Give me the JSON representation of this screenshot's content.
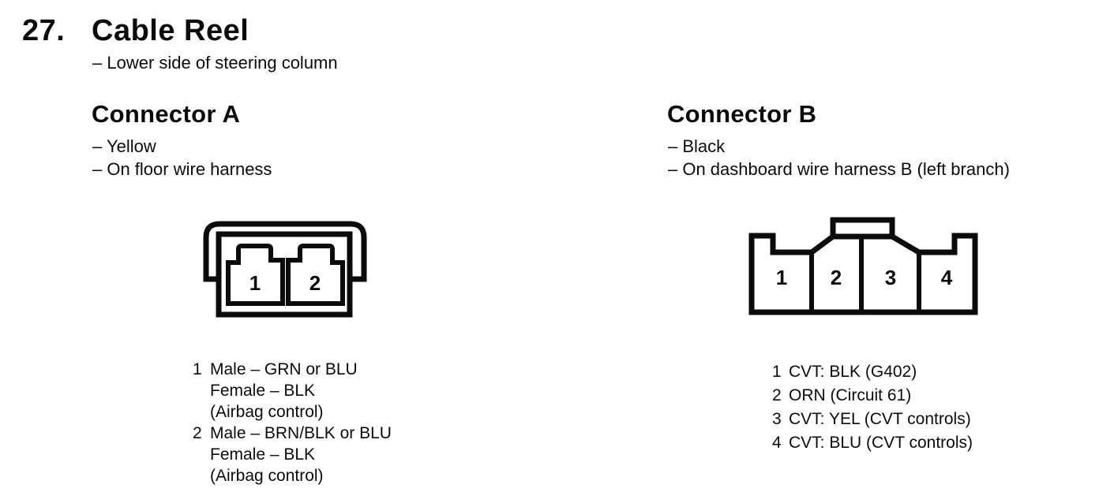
{
  "page": {
    "section_number": "27.",
    "title": "Cable Reel",
    "location_note": "– Lower side of steering column"
  },
  "colors": {
    "ink": "#0b0b0b",
    "paper": "#ffffff"
  },
  "connectors": [
    {
      "name": "Connector A",
      "notes": [
        "– Yellow",
        "– On floor wire harness"
      ],
      "diagram": {
        "pin_labels": [
          "1",
          "2"
        ]
      },
      "pins": [
        {
          "num": "1",
          "lines": [
            "Male – GRN or BLU",
            "Female – BLK",
            "(Airbag control)"
          ]
        },
        {
          "num": "2",
          "lines": [
            "Male – BRN/BLK or BLU",
            "Female – BLK",
            "(Airbag control)"
          ]
        }
      ]
    },
    {
      "name": "Connector B",
      "notes": [
        "– Black",
        "– On dashboard wire harness B (left branch)"
      ],
      "diagram": {
        "pin_labels": [
          "1",
          "2",
          "3",
          "4"
        ]
      },
      "pins": [
        {
          "num": "1",
          "lines": [
            "CVT: BLK (G402)"
          ]
        },
        {
          "num": "2",
          "lines": [
            "ORN (Circuit 61)"
          ]
        },
        {
          "num": "3",
          "lines": [
            "CVT: YEL (CVT controls)"
          ]
        },
        {
          "num": "4",
          "lines": [
            "CVT: BLU (CVT controls)"
          ]
        }
      ]
    }
  ]
}
